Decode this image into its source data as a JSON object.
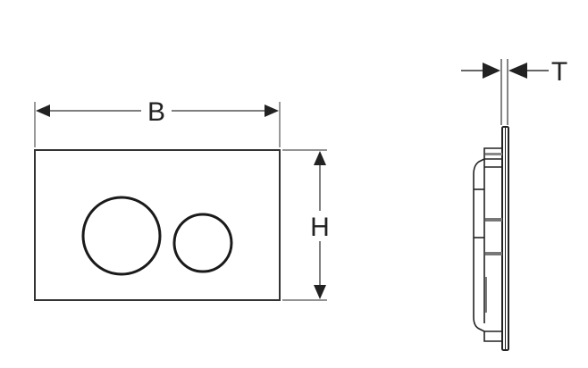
{
  "diagram": {
    "type": "technical dimension drawing",
    "subject": "flush plate (front and side view)",
    "front_view": {
      "buttons": [
        "large-round-button",
        "small-round-button"
      ]
    },
    "dimensions": {
      "width_label": "B",
      "height_label": "H",
      "thickness_label": "T"
    },
    "colors": {
      "line": "#222222",
      "dimension_line": "#555555",
      "background": "#ffffff"
    }
  }
}
